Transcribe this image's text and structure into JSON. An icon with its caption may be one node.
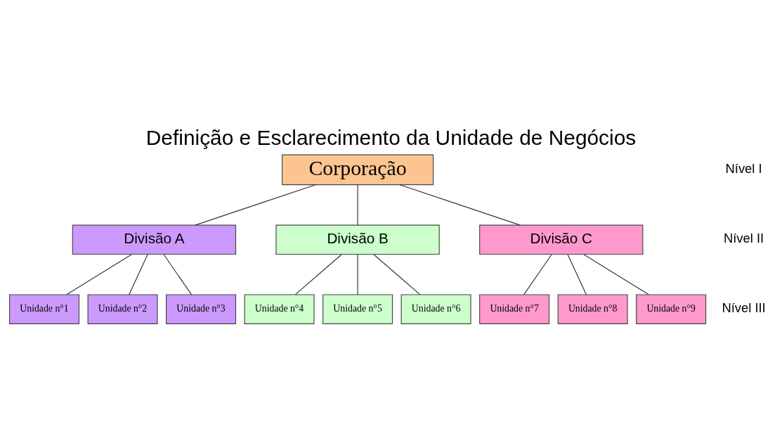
{
  "diagram": {
    "title": "Definição e Esclarecimento da Unidade de Negócios",
    "nodes": [
      {
        "text": [
          "Corporação"
        ]
      },
      {
        "text": [
          "Divisão A"
        ]
      },
      {
        "text": [
          "Divisão B"
        ]
      },
      {
        "text": [
          "Divisão C"
        ]
      },
      {
        "text": [
          "Unidade n°1"
        ]
      },
      {
        "text": [
          "Unidade n°2"
        ]
      },
      {
        "text": [
          "Unidade n°3"
        ]
      },
      {
        "text": [
          "Unidade n°4"
        ]
      },
      {
        "text": [
          "Unidade n°5"
        ]
      },
      {
        "text": [
          "Unidade n°6"
        ]
      },
      {
        "text": [
          "Unidade n°7"
        ]
      },
      {
        "text": [
          "Unidade n°8"
        ]
      },
      {
        "text": [
          "Unidade n°9"
        ]
      }
    ],
    "edges": [
      {
        "from": 0,
        "to": 1,
        "arrow": "none"
      },
      {
        "from": 0,
        "to": 2,
        "arrow": "none"
      },
      {
        "from": 0,
        "to": 3,
        "arrow": "none"
      },
      {
        "from": 1,
        "to": 4,
        "arrow": "none"
      },
      {
        "from": 1,
        "to": 5,
        "arrow": "none"
      },
      {
        "from": 1,
        "to": 6,
        "arrow": "none"
      },
      {
        "from": 2,
        "to": 7,
        "arrow": "none"
      },
      {
        "from": 2,
        "to": 8,
        "arrow": "none"
      },
      {
        "from": 2,
        "to": 9,
        "arrow": "none"
      },
      {
        "from": 3,
        "to": 10,
        "arrow": "none"
      },
      {
        "from": 3,
        "to": 11,
        "arrow": "none"
      },
      {
        "from": 3,
        "to": 12,
        "arrow": "none"
      }
    ],
    "labels": [
      "Nível I",
      "Nível II",
      "Nível III"
    ]
  }
}
